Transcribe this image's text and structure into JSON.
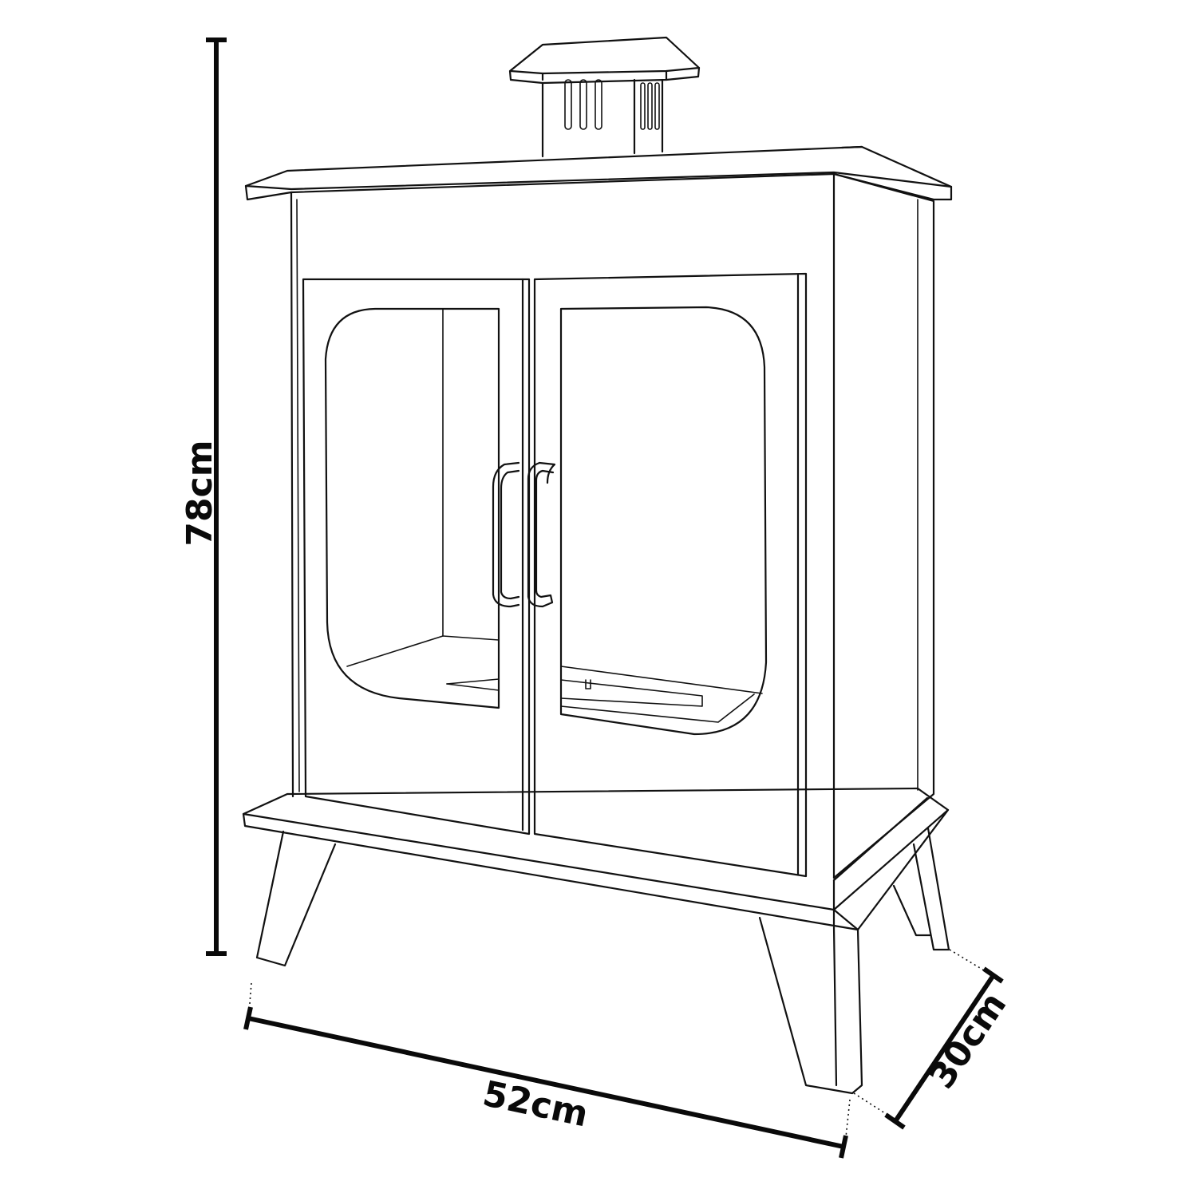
{
  "dimensions": {
    "height": {
      "label": "78cm",
      "value": 78,
      "unit": "cm"
    },
    "width": {
      "label": "52cm",
      "value": 52,
      "unit": "cm"
    },
    "depth": {
      "label": "30cm",
      "value": 30,
      "unit": "cm"
    }
  },
  "colors": {
    "line": "#111111",
    "background": "#ffffff"
  }
}
